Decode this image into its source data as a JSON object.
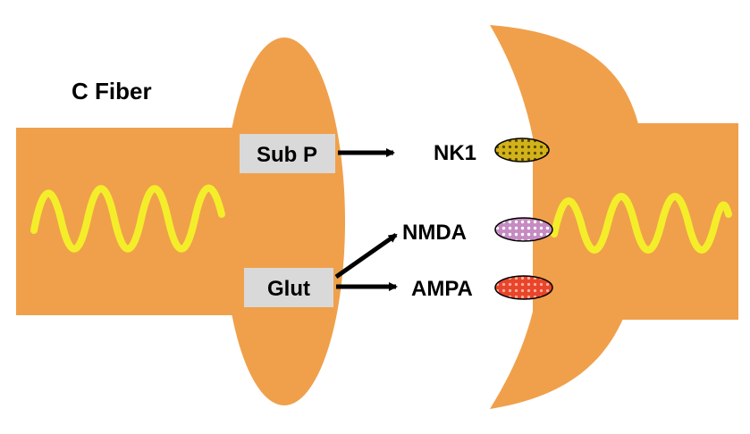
{
  "title": "C Fiber",
  "presynaptic": {
    "transmitters": [
      {
        "label": "Sub P"
      },
      {
        "label": "Glut"
      }
    ]
  },
  "receptors": [
    {
      "label": "NK1",
      "color": "#d2b21a"
    },
    {
      "label": "NMDA",
      "color": "#b76fb5"
    },
    {
      "label": "AMPA",
      "color": "#e8452a"
    }
  ],
  "colors": {
    "membrane": "#f0a04b",
    "signal_wave": "#f4ee2a",
    "label_box": "#d9d9d9",
    "arrow": "#000000"
  }
}
